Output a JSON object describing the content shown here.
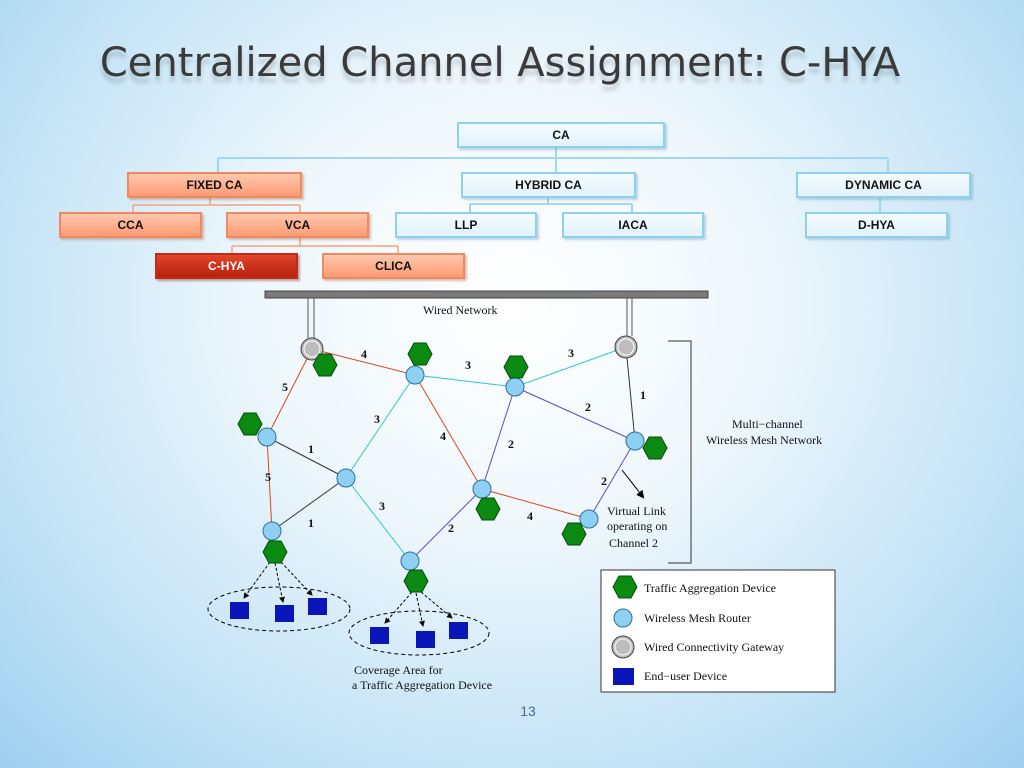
{
  "slide": {
    "title": "Centralized Channel Assignment: C-HYA",
    "page_number": "13"
  },
  "hierarchy": {
    "root": "CA",
    "fixed": "FIXED CA",
    "hybrid": "HYBRID CA",
    "dynamic": "DYNAMIC CA",
    "cca": "CCA",
    "vca": "VCA",
    "llp": "LLP",
    "iaca": "IACA",
    "dhya": "D-HYA",
    "chya": "C-HYA",
    "clica": "CLICA"
  },
  "network": {
    "wired_label": "Wired Network",
    "mesh_label_line1": "Multi−channel",
    "mesh_label_line2": "Wireless Mesh Network",
    "virtual_link_line1": "Virtual Link",
    "virtual_link_line2": "operating on",
    "virtual_link_line3": "Channel 2",
    "coverage_line1": "Coverage Area for",
    "coverage_line2": "a Traffic Aggregation    Device",
    "channels": [
      "4",
      "3",
      "3",
      "5",
      "3",
      "4",
      "2",
      "2",
      "1",
      "1",
      "5",
      "2",
      "3",
      "1",
      "2",
      "4"
    ]
  },
  "legend": {
    "traffic": "Traffic Aggregation Device",
    "router": "Wireless Mesh Router",
    "gateway": "Wired Connectivity Gateway",
    "enduser": "End−user Device"
  },
  "colors": {
    "tad_green": "#0b8a12",
    "router_blue": "#8ed0f2",
    "gateway_gray": "#bdbdbd",
    "enduser_blue": "#0a16b8",
    "link_red": "#e0451f",
    "link_cyan": "#2ec7cf",
    "link_purple": "#5a4ec8"
  }
}
